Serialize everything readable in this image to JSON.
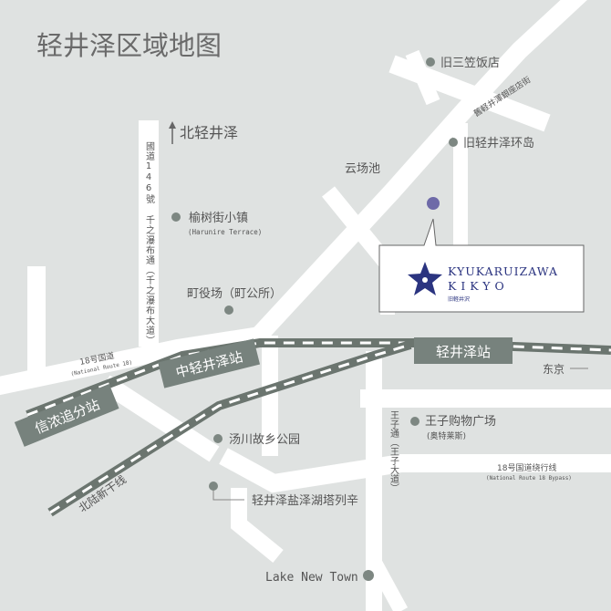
{
  "map": {
    "title": "轻井泽区域地图",
    "north_label": "北轻井泽",
    "places": {
      "old_mikasa": "旧三笠饭店",
      "old_karuizawa_ring": "旧轻井泽环岛",
      "kumobaike": "云场池",
      "harunire_cn": "榆树街小镇",
      "harunire_en": "(Harunire Terrace)",
      "town_office": "町役场（町公所）",
      "yukawa_park": "汤川故乡公园",
      "prince_shopping": "王子购物广场",
      "prince_shopping_sub": "(奥特莱斯)",
      "shiozawa_stop": "轻井泽盐泽湖塔列辛",
      "lake_new_town": "Lake New Town",
      "tokyo": "东京"
    },
    "roads": {
      "route146": "國道146號 千之瀑布通（千之瀑布大道）",
      "route18_cn": "18号国道",
      "route18_en": "(National Route 18)",
      "bypass_cn": "18号国道绕行线",
      "bypass_en": "(National Route 18 Bypass)",
      "prince_road": "王子通（王子大道）",
      "kyu_ginza": "舊軽井澤銀座店街",
      "hokuriku": "北陆新干线"
    },
    "stations": {
      "karuizawa": "轻井泽站",
      "nakakaruizawa": "中轻井泽站",
      "shinano_oiwake": "信浓追分站"
    },
    "hotel": {
      "name": "KYUKARUIZAWA",
      "name2": "KIKYO",
      "sub": "旧軽井沢"
    },
    "colors": {
      "background": "#dfe2e1",
      "road": "#ffffff",
      "station": "#77827d",
      "rail": "#6b756f",
      "pin": "#7d8782",
      "hotel_brand": "#2b3480",
      "hotel_pin": "#6e6aa8",
      "text": "#555555"
    }
  }
}
